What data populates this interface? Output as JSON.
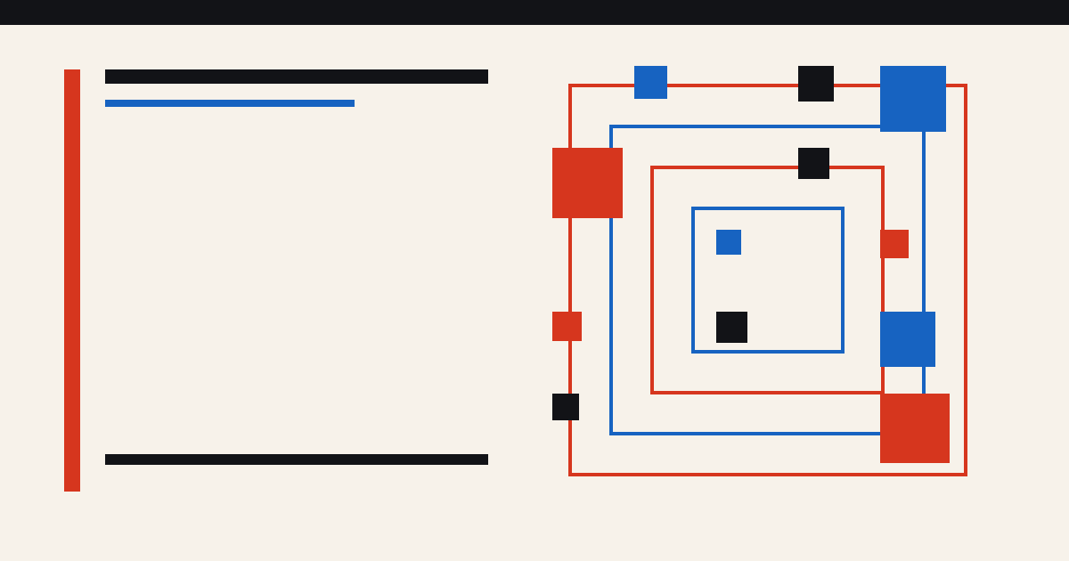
{
  "colors": {
    "background": "#f7f2ea",
    "dark": "#121317",
    "red": "#d6361e",
    "blue": "#1763c1"
  },
  "composition": {
    "frames": [
      {
        "name": "outer-red-frame",
        "color": "red"
      },
      {
        "name": "second-blue-frame",
        "color": "blue"
      },
      {
        "name": "third-red-frame",
        "color": "red"
      },
      {
        "name": "inner-blue-frame",
        "color": "blue"
      }
    ],
    "blocks": [
      {
        "name": "blue-block-top-left",
        "color": "blue"
      },
      {
        "name": "black-block-top-middle",
        "color": "dark"
      },
      {
        "name": "blue-block-top-right",
        "color": "blue"
      },
      {
        "name": "red-block-left-large",
        "color": "red"
      },
      {
        "name": "black-block-upper-center",
        "color": "dark"
      },
      {
        "name": "blue-block-inner-small",
        "color": "blue"
      },
      {
        "name": "red-block-right-small",
        "color": "red"
      },
      {
        "name": "red-block-left-small",
        "color": "red"
      },
      {
        "name": "black-block-inner",
        "color": "dark"
      },
      {
        "name": "blue-block-right-mid",
        "color": "blue"
      },
      {
        "name": "black-block-left-low",
        "color": "dark"
      },
      {
        "name": "red-block-bottom-right",
        "color": "red"
      }
    ]
  }
}
